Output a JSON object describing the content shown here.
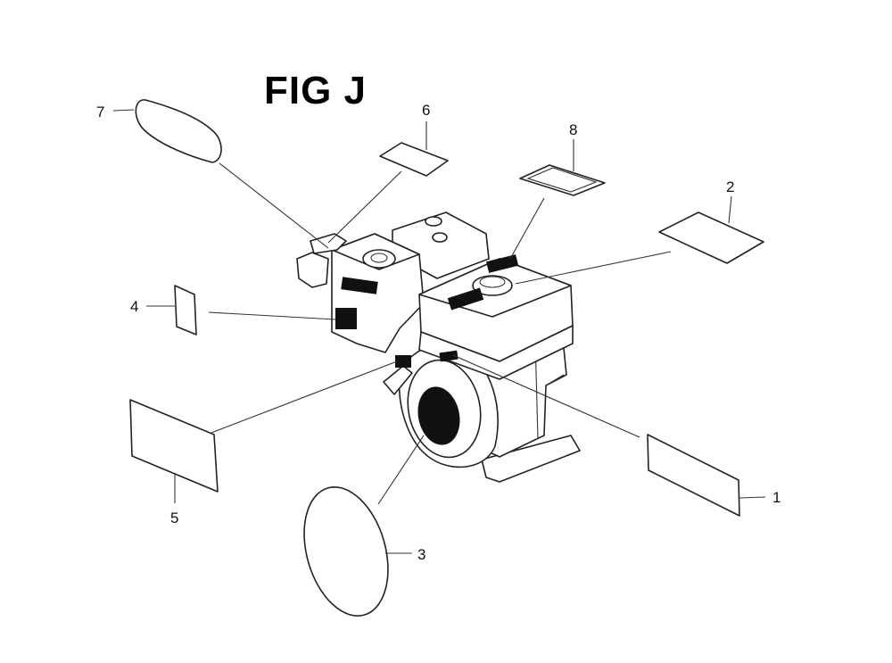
{
  "figure": {
    "title": "FIG J"
  },
  "callouts": [
    {
      "id": "1",
      "label": "1"
    },
    {
      "id": "2",
      "label": "2"
    },
    {
      "id": "3",
      "label": "3"
    },
    {
      "id": "4",
      "label": "4"
    },
    {
      "id": "5",
      "label": "5"
    },
    {
      "id": "6",
      "label": "6"
    },
    {
      "id": "7",
      "label": "7"
    },
    {
      "id": "8",
      "label": "8"
    }
  ],
  "colors": {
    "line": "#222222",
    "background": "#ffffff",
    "fill_dark": "#111111"
  }
}
